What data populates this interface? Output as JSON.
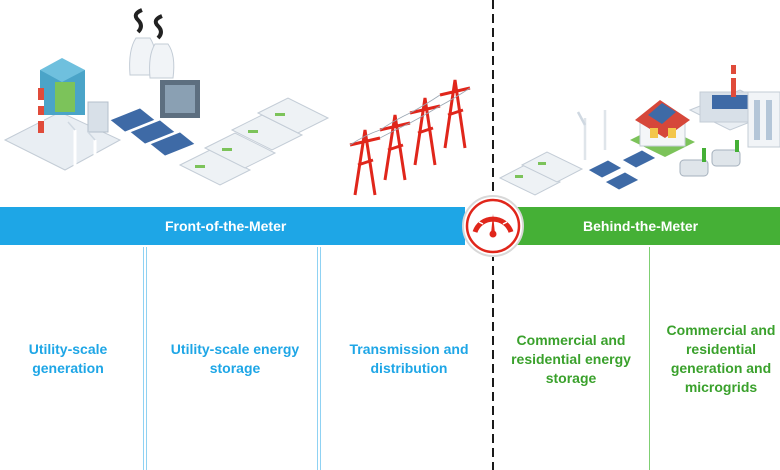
{
  "bands": {
    "front": "Front-of-the-Meter",
    "behind": "Behind-the-Meter"
  },
  "labels": [
    "Utility-scale generation",
    "Utility-scale energy storage",
    "Transmission and distribution",
    "Commercial and residential energy storage",
    "Commercial and residential generation and microgrids"
  ],
  "colors": {
    "front_blue": "#1ea6e6",
    "behind_green": "#45b036",
    "meter_red": "#e0261b"
  },
  "icons": [
    "power-plant-icon",
    "battery-storage-icon",
    "transmission-tower-icon",
    "meter-gauge-icon",
    "house-solar-icon",
    "ev-charging-icon",
    "factory-icon"
  ]
}
